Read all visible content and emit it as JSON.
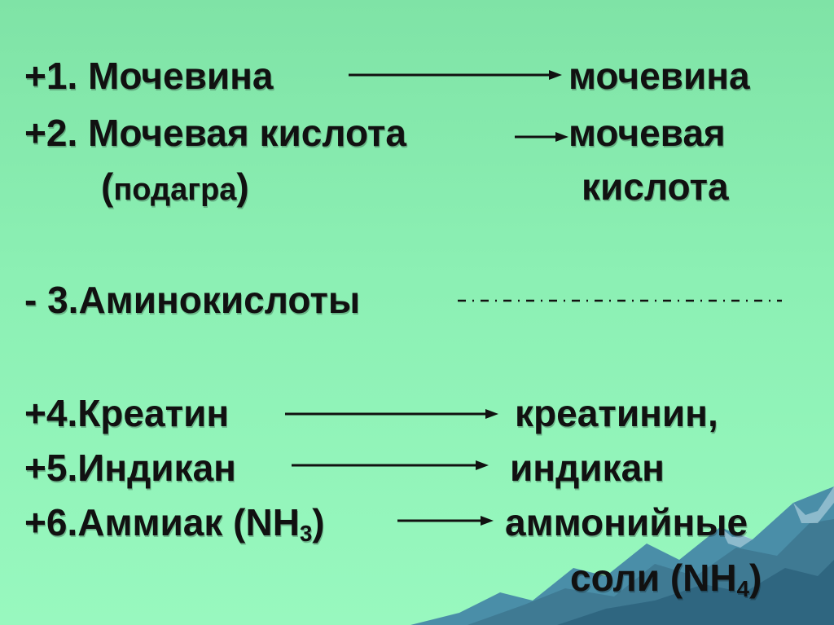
{
  "items": [
    {
      "left": "+1. Мочевина",
      "right": "мочевина"
    },
    {
      "left": "+2. Мочевая кислота",
      "right": "мочевая"
    },
    {
      "left_open": "(",
      "left_small": "подагра",
      "left_close": ")",
      "right": "кислота"
    },
    {
      "left": "- 3.Аминокислоты"
    },
    {
      "left": "+4.Креатин",
      "right": "креатинин,"
    },
    {
      "left": "+5.Индикан",
      "right": "индикан"
    },
    {
      "left_main": "+6.Аммиак (NH",
      "left_sub": "3",
      "left_tail": ")",
      "right": "аммонийные"
    },
    {
      "right_main": "соли (NH",
      "right_sub": "4",
      "right_tail": ")"
    }
  ],
  "colors": {
    "background": "#8cf0b4",
    "text": "#111111",
    "mountain": "#3f7a93"
  }
}
